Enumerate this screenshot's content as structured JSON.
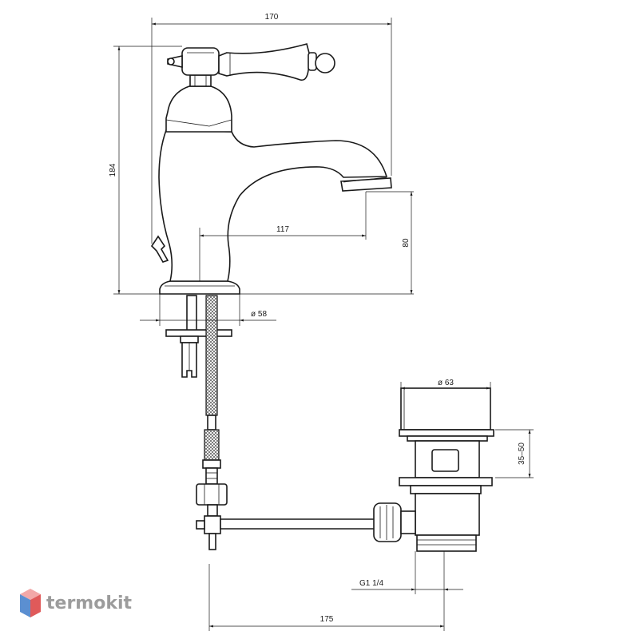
{
  "dimensions": {
    "overall_width": "170",
    "overall_height": "184",
    "spout_reach": "117",
    "spout_height": "80",
    "base_diameter": "ø 58",
    "drain_cap_diameter": "ø 63",
    "drain_adjust_range": "35–50",
    "drain_thread": "G1 1/4",
    "lever_length": "175"
  },
  "logo": {
    "text": "termokit",
    "colors": {
      "top": "#f2a8a8",
      "left": "#5b8fd1",
      "right": "#e05a5a"
    }
  }
}
